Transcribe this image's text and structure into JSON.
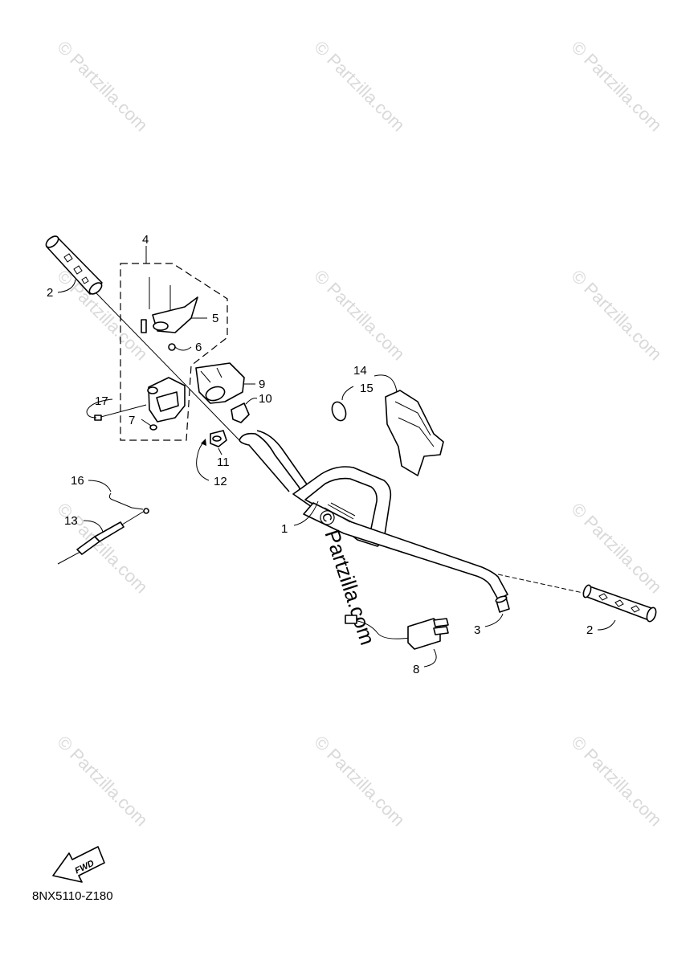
{
  "watermark": "© Partzilla.com",
  "center_watermark": "© Partzilla.com",
  "diagram_code": "8NX5110-Z180",
  "fwd_label": "FWD",
  "callouts": {
    "c1": "1",
    "c2a": "2",
    "c2b": "2",
    "c3": "3",
    "c4": "4",
    "c5": "5",
    "c6": "6",
    "c7": "7",
    "c8": "8",
    "c9": "9",
    "c10": "10",
    "c11": "11",
    "c12": "12",
    "c13": "13",
    "c14": "14",
    "c15": "15",
    "c16": "16",
    "c17": "17"
  }
}
